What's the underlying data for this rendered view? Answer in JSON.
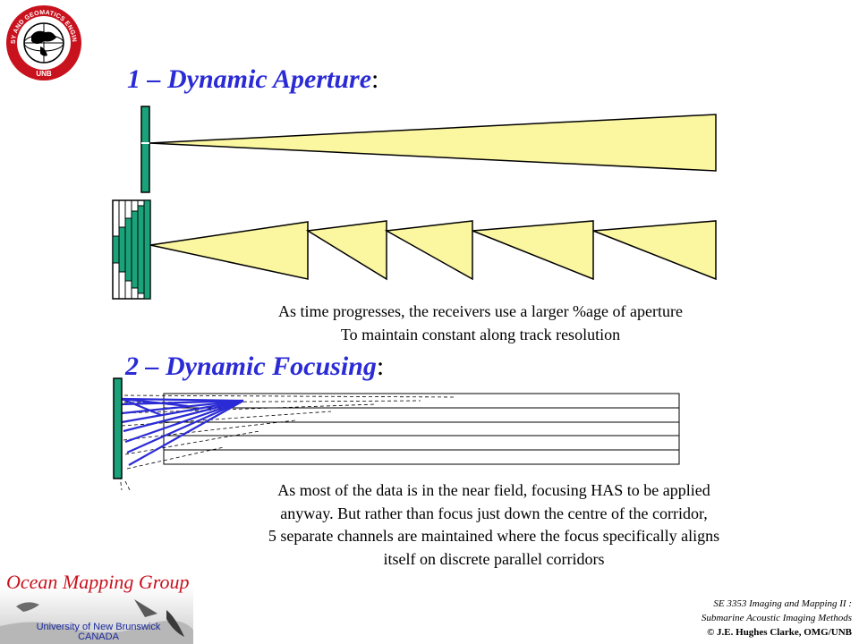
{
  "section1": {
    "title": "1 – Dynamic Aperture",
    "title_suffix": ":",
    "caption_lines": [
      "As time progresses, the receivers use a larger %age of aperture",
      "To maintain constant along track resolution"
    ]
  },
  "section2": {
    "title": "2 – Dynamic Focusing",
    "title_suffix": ":",
    "caption_lines": [
      "As most of the data is in the near field, focusing HAS to be applied",
      "anyway.  But rather than focus just down the centre of the corridor,",
      "5 separate channels are maintained where the focus specifically aligns",
      "itself on discrete parallel corridors"
    ]
  },
  "logo": {
    "ring_text": "GEODESY AND GEOMATICS ENGINEERING",
    "bottom_text": "UNB"
  },
  "omg": {
    "title": "Ocean Mapping Group",
    "university": "University of New Brunswick",
    "country": "CANADA"
  },
  "footer": {
    "course": "SE 3353 Imaging and Mapping II :",
    "course_sub": "Submarine Acoustic Imaging Methods",
    "copyright": "© J.E. Hughes Clarke, OMG/UNB"
  },
  "colors": {
    "heading": "#2b2bd6",
    "beam_fill": "#fbf6a0",
    "transducer": "#1aa37a",
    "omg_red": "#c8121e"
  }
}
